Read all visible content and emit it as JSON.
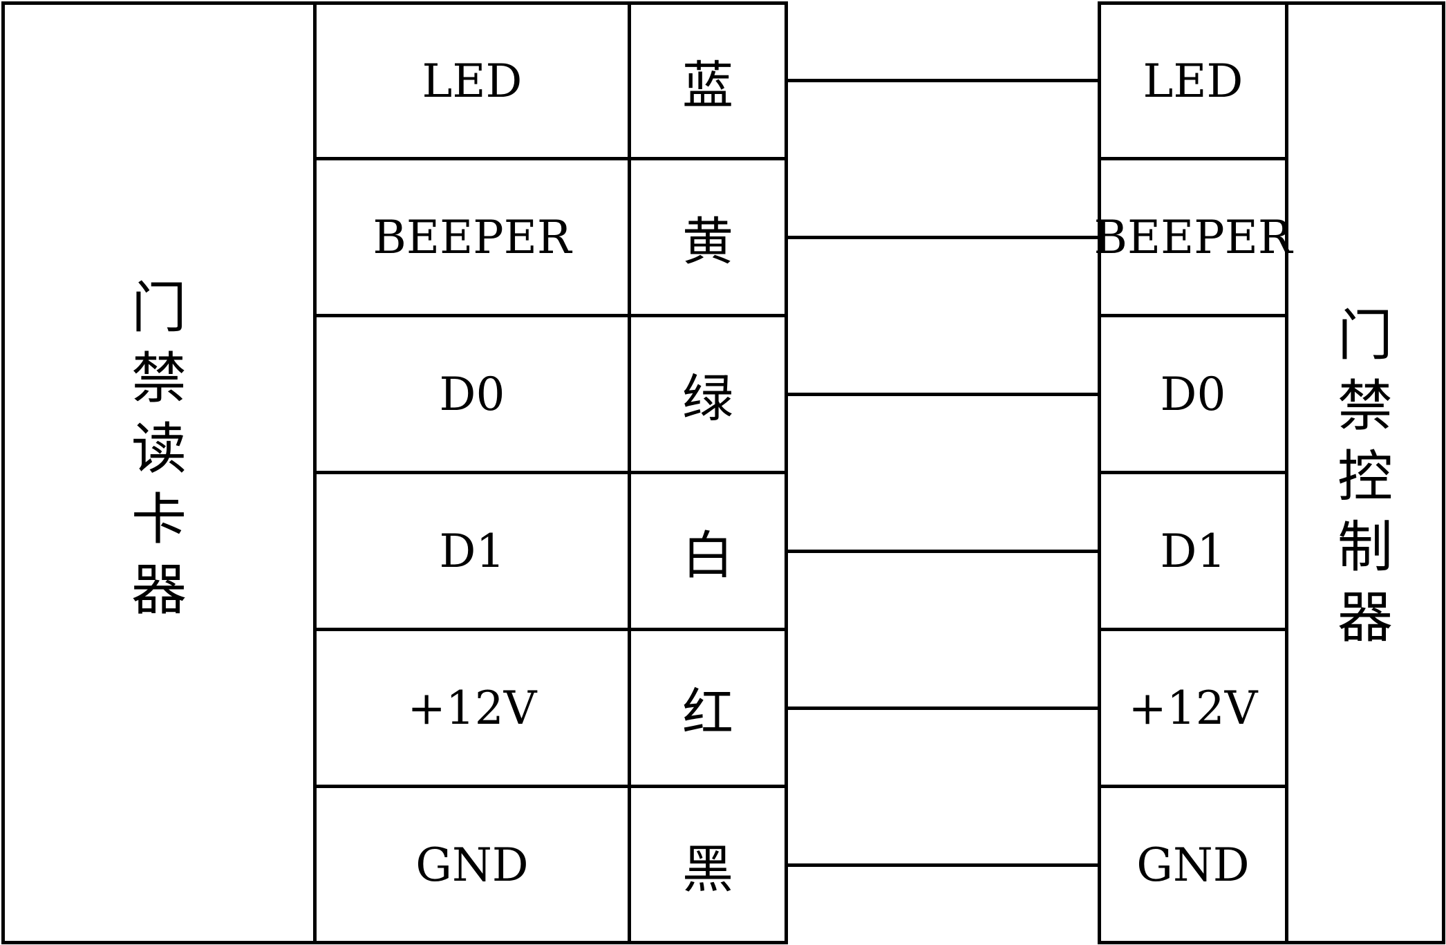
{
  "reader": {
    "title_chars": [
      "门",
      "禁",
      "读",
      "卡",
      "器"
    ],
    "pins": [
      "LED",
      "BEEPER",
      "D0",
      "D1",
      "+12V",
      "GND"
    ],
    "wire_colors": [
      "蓝",
      "黄",
      "绿",
      "白",
      "红",
      "黑"
    ]
  },
  "controller": {
    "title_chars": [
      "门",
      "禁",
      "控",
      "制",
      "器"
    ],
    "pins": [
      "LED",
      "BEEPER",
      "D0",
      "D1",
      "+12V",
      "GND"
    ]
  }
}
